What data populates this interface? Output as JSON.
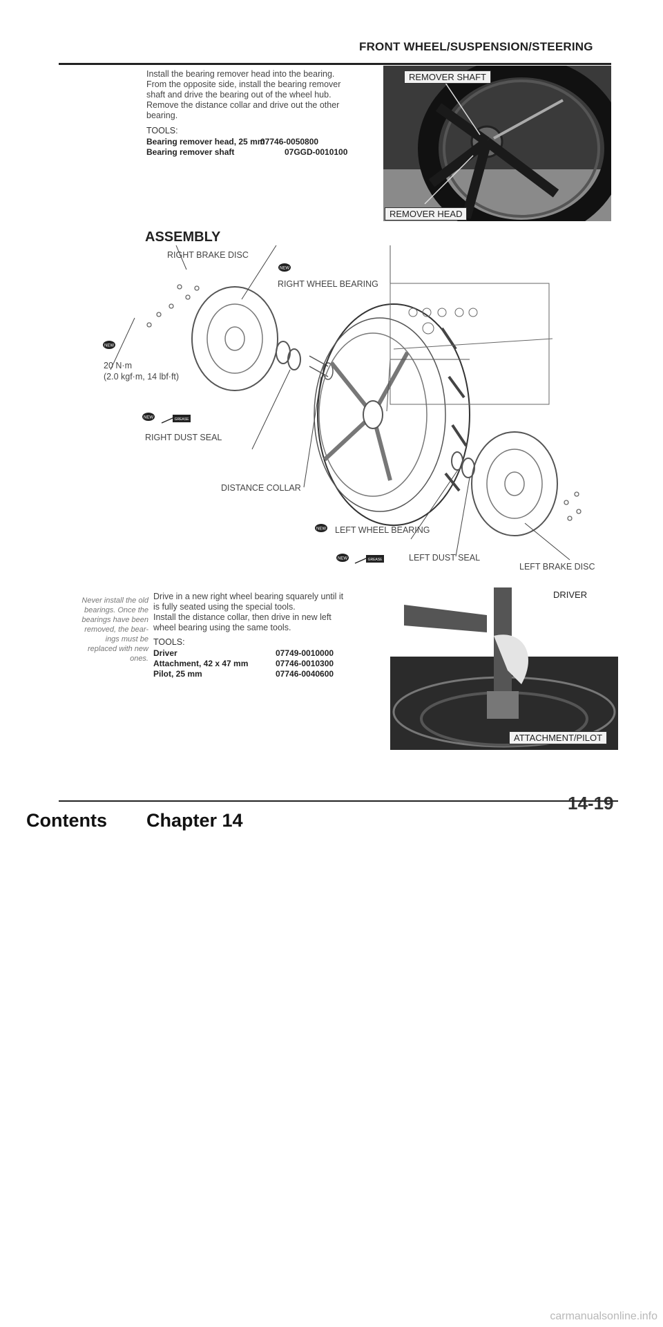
{
  "header": {
    "title": "FRONT WHEEL/SUSPENSION/STEERING"
  },
  "removal": {
    "paragraph": [
      "Install the bearing remover head into the bearing.",
      "From the opposite side, install the bearing remover",
      "shaft and drive the bearing out of the wheel hub.",
      "Remove the distance collar and drive out the other",
      "bearing."
    ],
    "tools_heading": "TOOLS:",
    "tools": [
      {
        "name": "Bearing remover head, 25 mm",
        "part": "07746-0050800"
      },
      {
        "name": "Bearing remover shaft",
        "part": "07GGD-0010100"
      }
    ],
    "photo_labels": {
      "top": "REMOVER SHAFT",
      "bottom": "REMOVER HEAD"
    }
  },
  "assembly": {
    "heading": "ASSEMBLY",
    "callouts": {
      "right_brake_disc": "RIGHT BRAKE DISC",
      "right_wheel_bearing": "RIGHT WHEEL BEARING",
      "torque_1": "20 N·m",
      "torque_2": "(2.0 kgf·m, 14 lbf·ft)",
      "right_dust_seal": "RIGHT DUST SEAL",
      "distance_collar": "DISTANCE COLLAR",
      "left_wheel_bearing": "LEFT WHEEL BEARING",
      "left_dust_seal": "LEFT DUST SEAL",
      "left_brake_disc": "LEFT BRAKE DISC"
    },
    "badge_new": "NEW",
    "badge_grease": "GREASE"
  },
  "installation": {
    "side_note": [
      "Never install the old",
      "bearings. Once the",
      "bearings have been",
      "removed, the bear-",
      "ings must be",
      "replaced with new",
      "ones."
    ],
    "paragraph": [
      "Drive in a new right wheel bearing squarely until it",
      "is fully seated using the special tools.",
      "Install the distance collar, then drive in new left",
      "wheel bearing using the same tools."
    ],
    "tools_heading": "TOOLS:",
    "tools": [
      {
        "name": "Driver",
        "part": "07749-0010000"
      },
      {
        "name": "Attachment, 42 x 47 mm",
        "part": "07746-0010300"
      },
      {
        "name": "Pilot, 25 mm",
        "part": "07746-0040600"
      }
    ],
    "photo_labels": {
      "driver": "DRIVER",
      "attachment": "ATTACHMENT/PILOT"
    }
  },
  "footer": {
    "contents": "Contents",
    "chapter": "Chapter 14",
    "page": "14-19"
  },
  "watermark": "carmanualsonline.info"
}
